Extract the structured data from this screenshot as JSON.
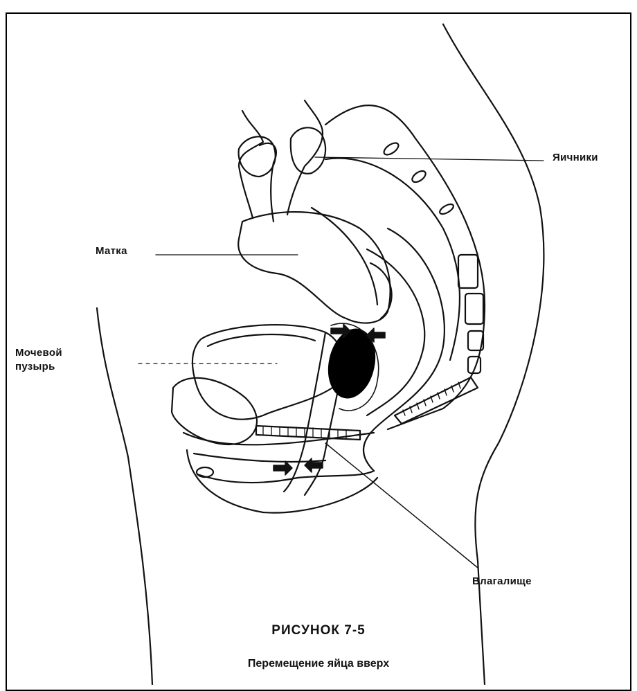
{
  "labels": {
    "ovaries": "Яичники",
    "uterus": "Матка",
    "bladder": "Мочевой\nпузырь",
    "vagina": "Влагалище"
  },
  "caption": {
    "title": "РИСУНОК 7-5",
    "subtitle": "Перемещение яйца вверх"
  },
  "colors": {
    "ink": "#111111",
    "background": "#ffffff",
    "egg_fill": "#000000"
  }
}
